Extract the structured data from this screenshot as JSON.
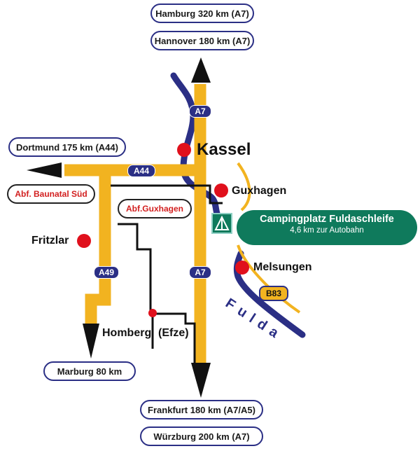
{
  "destinations": {
    "hamburg": "Hamburg 320 km (A7)",
    "hannover": "Hannover 180 km (A7)",
    "dortmund": "Dortmund  175 km (A44)",
    "marburg": "Marburg 80 km",
    "frankfurt": "Frankfurt 180 km (A7/A5)",
    "wuerzburg": "Würzburg 200 km (A7)"
  },
  "exits": {
    "baunatal": "Abf. Baunatal Süd",
    "guxhagen": "Abf.Guxhagen"
  },
  "towns": {
    "kassel": "Kassel",
    "guxhagen": "Guxhagen",
    "fritzlar": "Fritzlar",
    "melsungen": "Melsungen",
    "homberg": "Homberg",
    "efze": "(Efze)"
  },
  "roads": {
    "a7_top": "A7",
    "a7_bottom": "A7",
    "a44": "A44",
    "a49": "A49",
    "b83": "B83"
  },
  "campsite": {
    "name": "Campingplatz Fuldaschleife",
    "distance": "4,6 km zur Autobahn"
  },
  "river": "Fulda",
  "colors": {
    "autobahn": "#f2b320",
    "river": "#2b2f85",
    "town": "#e0101c",
    "campsite": "#0f7a5c"
  }
}
